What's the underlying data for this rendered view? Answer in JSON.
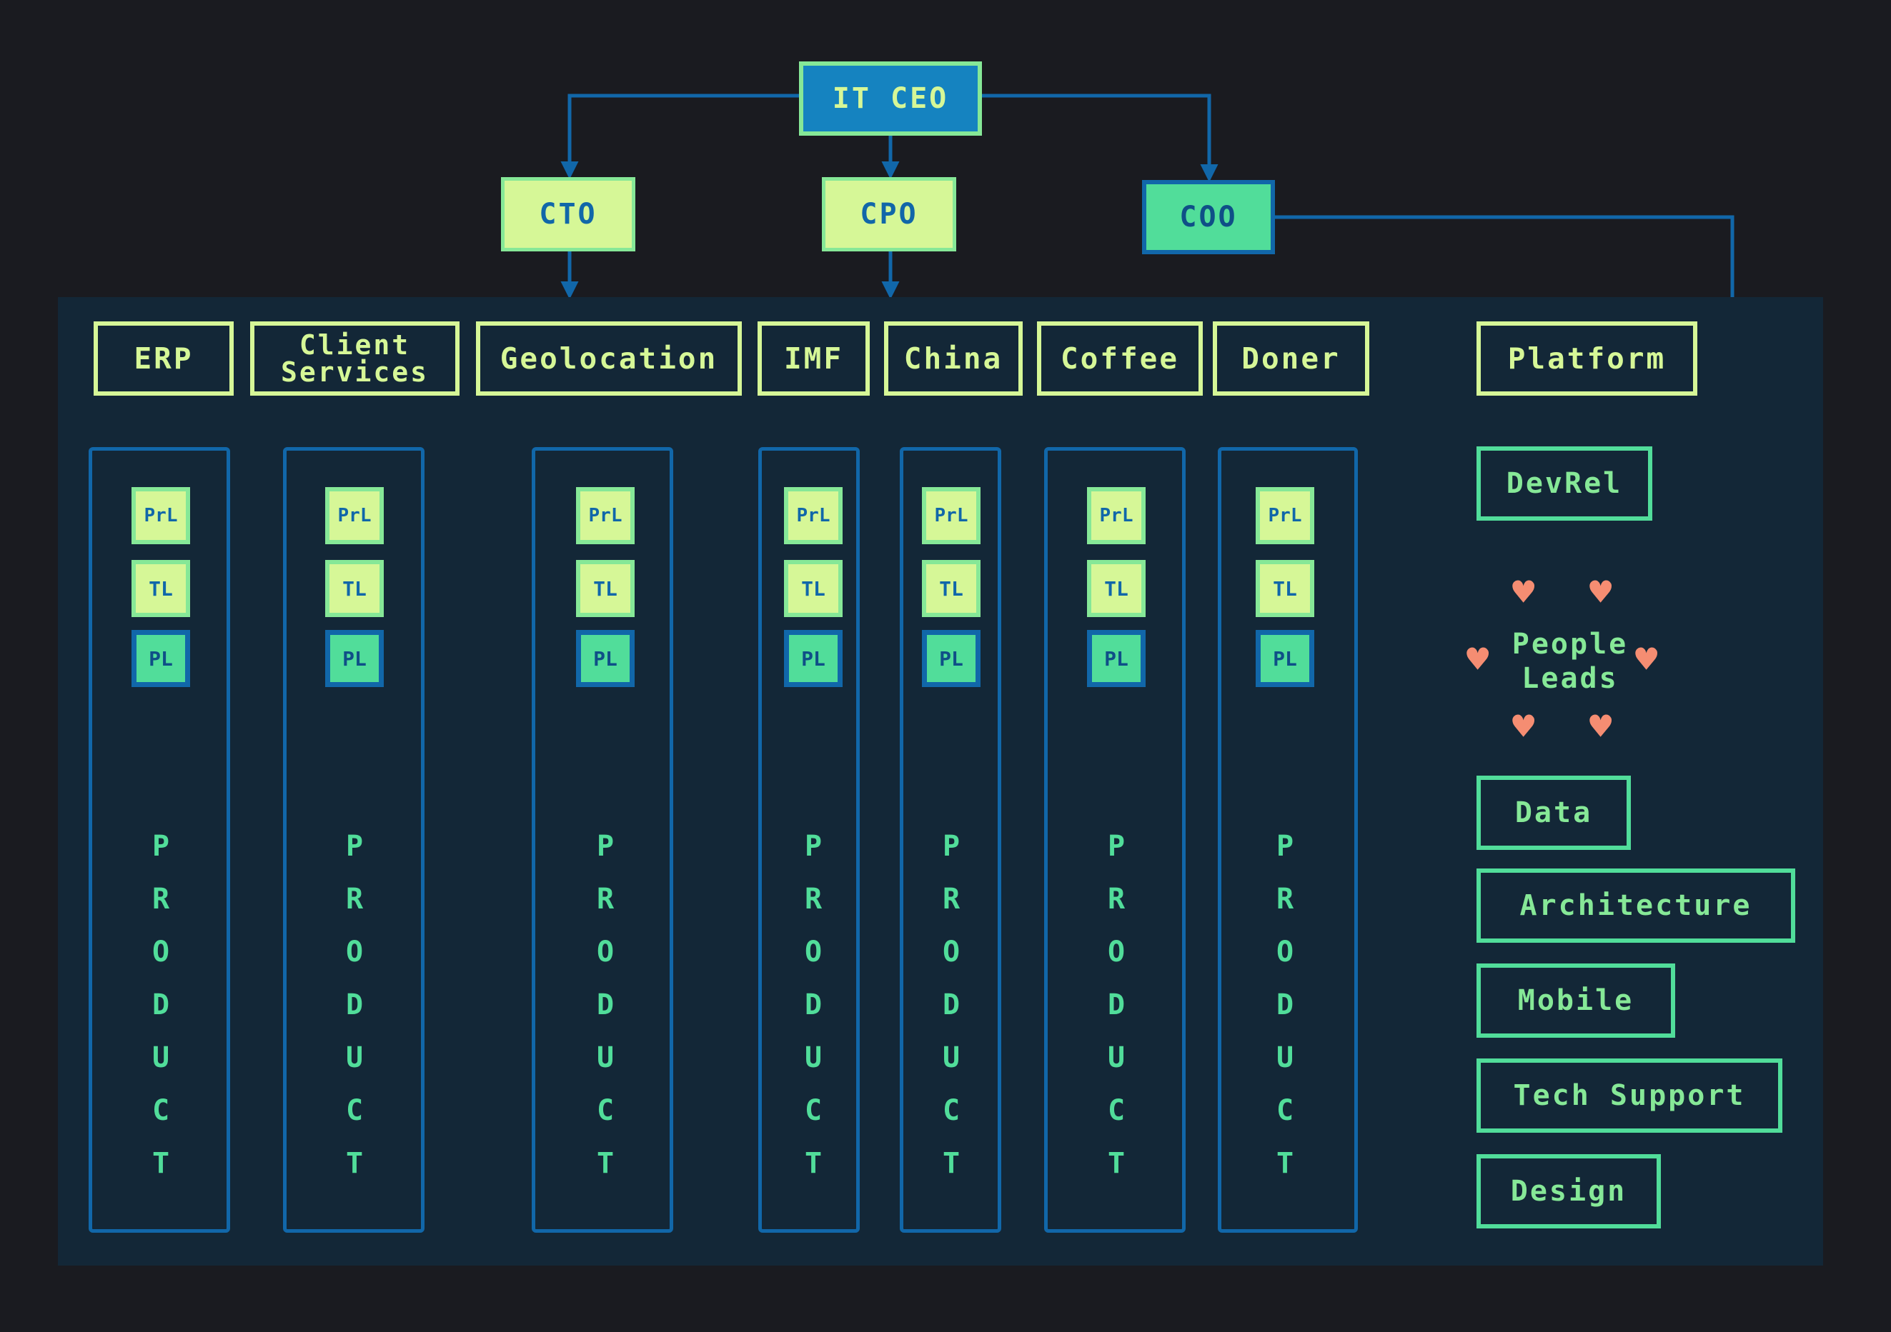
{
  "executives": {
    "ceo": "IT CEO",
    "cto": "CTO",
    "cpo": "CPO",
    "coo": "COO"
  },
  "units": [
    "ERP",
    "Client Services",
    "Geolocation",
    "IMF",
    "China",
    "Coffee",
    "Doner"
  ],
  "platform": {
    "label": "Platform",
    "devrel": "DevRel",
    "people_leads": "People Leads",
    "teams": [
      "Data",
      "Architecture",
      "Mobile",
      "Tech Support",
      "Design"
    ]
  },
  "roles": {
    "prl": "PrL",
    "tl": "TL",
    "pl": "PL"
  },
  "column_label": "PRODUCT",
  "colors": {
    "background": "#1a1b20",
    "panel": "#132737",
    "wire": "#1167a9",
    "lime": "#d6f797",
    "mint": "#51dd9a",
    "heart": "#f58d72"
  }
}
